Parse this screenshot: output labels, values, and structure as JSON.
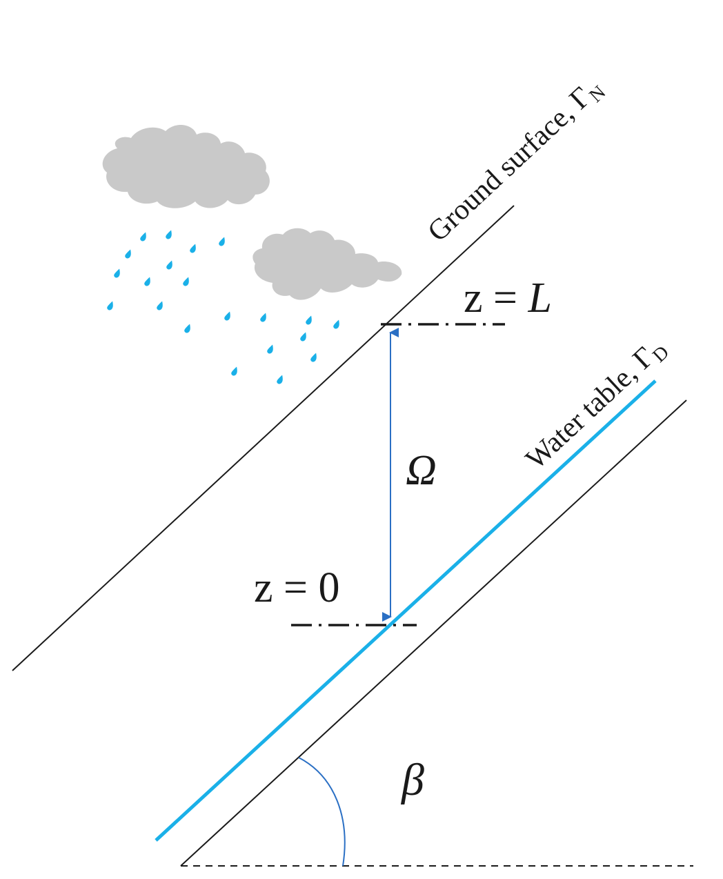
{
  "ground_surface": {
    "label": "Ground surface, ",
    "gamma": "Γ",
    "sub": "N"
  },
  "water_table": {
    "label": "Water table, ",
    "gamma": "Γ",
    "sub": "D"
  },
  "z_top": {
    "z": "z",
    "eq": " = ",
    "val": "L"
  },
  "z_bottom": {
    "z": "z",
    "eq": " = ",
    "val": "0"
  },
  "domain_symbol": "Ω",
  "angle_symbol": "β",
  "colors": {
    "line": "#1a1a1a",
    "water_table": "#1ab0e8",
    "arrow": "#2a6fc4",
    "cloud": "#c9c9c9",
    "rain": "#1ab0e8"
  }
}
